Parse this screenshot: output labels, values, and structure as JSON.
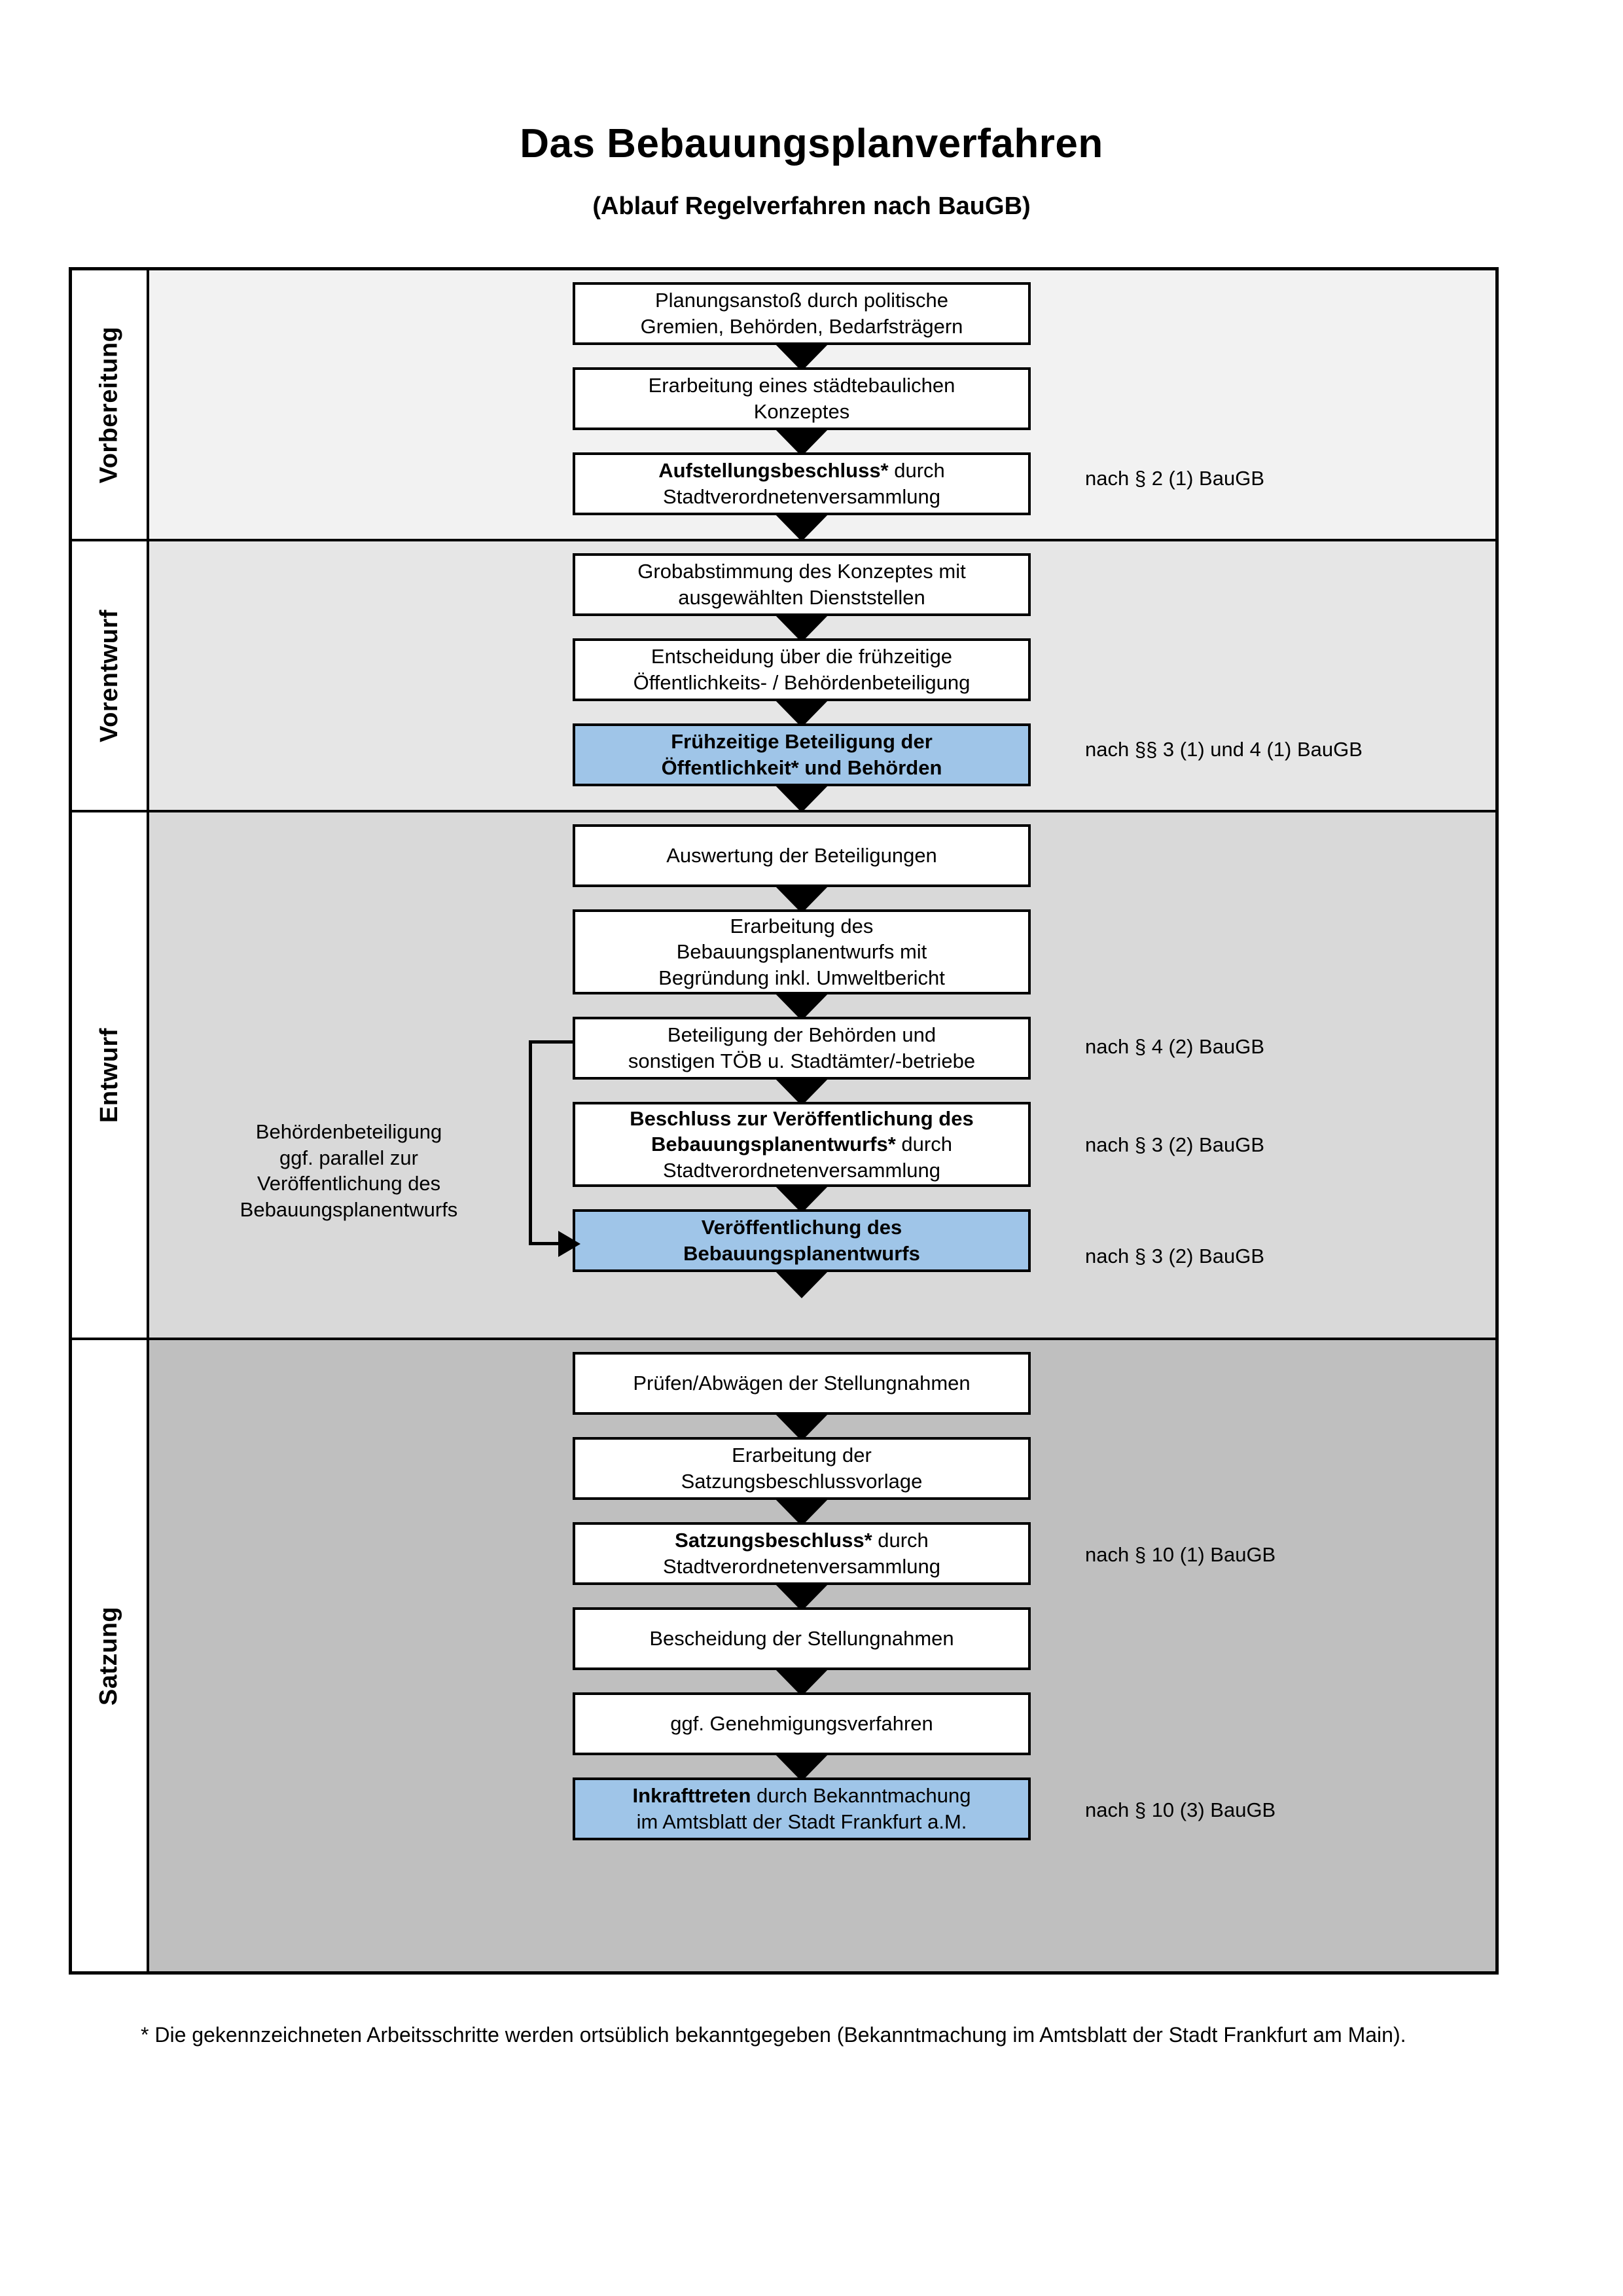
{
  "title": "Das Bebauungsplanverfahren",
  "subtitle": "(Ablauf Regelverfahren nach BauGB)",
  "phases": [
    {
      "label": "Vorbereitung",
      "band_color": "#F2F2F2",
      "steps": [
        {
          "text": "Planungsanstoß durch politische Gremien, Behörden, Bedarfsträgern",
          "bold_prefix": "",
          "highlight": false
        },
        {
          "text": "Erarbeitung eines städtebaulichen Konzeptes",
          "bold_prefix": "",
          "highlight": false
        },
        {
          "text": "Aufstellungsbeschluss* durch Stadtverordnetenversammlung",
          "bold_prefix": "Aufstellungsbeschluss*",
          "highlight": false
        }
      ],
      "legal_refs": [
        "nach § 2 (1) BauGB"
      ]
    },
    {
      "label": "Vorentwurf",
      "band_color": "#E6E6E6",
      "steps": [
        {
          "text": "Grobabstimmung des Konzeptes mit ausgewählten Dienststellen",
          "bold_prefix": "",
          "highlight": false
        },
        {
          "text": "Entscheidung über die frühzeitige Öffentlichkeits- / Behördenbeteiligung",
          "bold_prefix": "",
          "highlight": false
        },
        {
          "text": "Frühzeitige Beteiligung der Öffentlichkeit* und Behörden",
          "bold_prefix": "ALL",
          "highlight": true
        }
      ],
      "legal_refs": [
        "nach §§ 3 (1) und 4 (1) BauGB"
      ]
    },
    {
      "label": "Entwurf",
      "band_color": "#D9D9D9",
      "side_note": "Behördenbeteiligung ggf. parallel zur Veröffentlichung des Bebauungsplanentwurfs",
      "steps": [
        {
          "text": "Auswertung der Beteiligungen",
          "bold_prefix": "",
          "highlight": false
        },
        {
          "text": "Erarbeitung des Bebauungsplanentwurfs mit Begründung inkl. Umweltbericht",
          "bold_prefix": "",
          "highlight": false
        },
        {
          "text": "Beteiligung der Behörden und sonstigen TÖB u. Stadtämter/-betriebe",
          "bold_prefix": "",
          "highlight": false
        },
        {
          "text": "Beschluss zur Veröffentlichung des Bebauungsplanentwurfs* durch Stadtverordnetenversammlung",
          "bold_prefix": "Beschluss zur Veröffentlichung des Bebauungsplanentwurfs*",
          "highlight": false
        },
        {
          "text": "Veröffentlichung des Bebauungsplanentwurfs",
          "bold_prefix": "ALL",
          "highlight": true
        }
      ],
      "legal_refs": [
        "nach § 4 (2) BauGB",
        "nach § 3 (2) BauGB",
        "nach § 3 (2) BauGB"
      ]
    },
    {
      "label": "Satzung",
      "band_color": "#BFBFBF",
      "steps": [
        {
          "text": "Prüfen/Abwägen der Stellungnahmen",
          "bold_prefix": "",
          "highlight": false
        },
        {
          "text": "Erarbeitung der Satzungsbeschlussvorlage",
          "bold_prefix": "",
          "highlight": false
        },
        {
          "text": "Satzungsbeschluss* durch Stadtverordnetenversammlung",
          "bold_prefix": "Satzungsbeschluss*",
          "highlight": false
        },
        {
          "text": "Bescheidung der Stellungnahmen",
          "bold_prefix": "",
          "highlight": false
        },
        {
          "text": "ggf. Genehmigungsverfahren",
          "bold_prefix": "",
          "highlight": false
        },
        {
          "text": "Inkrafttreten durch Bekanntmachung im Amtsblatt der Stadt Frankfurt a.M.",
          "bold_prefix": "Inkrafttreten",
          "highlight": true
        }
      ],
      "legal_refs": [
        "nach § 10 (1) BauGB",
        "nach § 10 (3) BauGB"
      ]
    }
  ],
  "boxes": {
    "b1_l1": "Planungsanstoß durch politische",
    "b1_l2": "Gremien, Behörden, Bedarfsträgern",
    "b2_l1": "Erarbeitung eines städtebaulichen",
    "b2_l2": "Konzeptes",
    "b3_l1_bold": "Aufstellungsbeschluss*",
    "b3_l1_rest": " durch",
    "b3_l2": "Stadtverordnetenversammlung",
    "b4_l1": "Grobabstimmung des Konzeptes mit",
    "b4_l2": "ausgewählten Dienststellen",
    "b5_l1": "Entscheidung über die frühzeitige",
    "b5_l2": "Öffentlichkeits- / Behördenbeteiligung",
    "b6_l1": "Frühzeitige Beteiligung der",
    "b6_l2": "Öffentlichkeit* und Behörden",
    "b7_l1": "Auswertung der Beteiligungen",
    "b8_l1": "Erarbeitung des",
    "b8_l2": "Bebauungsplanentwurfs mit",
    "b8_l3": "Begründung inkl. Umweltbericht",
    "b9_l1": "Beteiligung der Behörden und",
    "b9_l2": "sonstigen TÖB u. Stadtämter/-betriebe",
    "b10_l1_bold": "Beschluss zur Veröffentlichung des",
    "b10_l2_bold": "Bebauungsplanentwurfs*",
    "b10_l2_rest": " durch",
    "b10_l3": "Stadtverordnetenversammlung",
    "b11_l1": "Veröffentlichung des",
    "b11_l2": "Bebauungsplanentwurfs",
    "b12_l1": "Prüfen/Abwägen der Stellungnahmen",
    "b13_l1": "Erarbeitung der",
    "b13_l2": "Satzungsbeschlussvorlage",
    "b14_l1_bold": "Satzungsbeschluss*",
    "b14_l1_rest": " durch",
    "b14_l2": "Stadtverordnetenversammlung",
    "b15_l1": "Bescheidung der Stellungnahmen",
    "b16_l1": "ggf. Genehmigungsverfahren",
    "b17_l1_bold": "Inkrafttreten",
    "b17_l1_rest": " durch Bekanntmachung",
    "b17_l2": "im Amtsblatt der Stadt Frankfurt a.M."
  },
  "legal": {
    "r1": "nach § 2 (1) BauGB",
    "r2": "nach §§ 3 (1) und 4 (1) BauGB",
    "r3": "nach § 4 (2) BauGB",
    "r4": "nach § 3 (2) BauGB",
    "r5": "nach § 3 (2) BauGB",
    "r6": "nach § 10 (1) BauGB",
    "r7": "nach § 10 (3) BauGB"
  },
  "side_note": {
    "l1": "Behördenbeteiligung",
    "l2": "ggf. parallel zur",
    "l3": "Veröffentlichung des",
    "l4": "Bebauungsplanentwurfs"
  },
  "phase_labels": {
    "p1": "Vorbereitung",
    "p2": "Vorentwurf",
    "p3": "Entwurf",
    "p4": "Satzung"
  },
  "footnote": "* Die gekennzeichneten Arbeitsschritte werden ortsüblich bekanntgegeben (Bekanntmachung im Amtsblatt  der Stadt Frankfurt am Main).",
  "colors": {
    "highlight_blue": "#9FC5E8",
    "band_vorbereitung": "#F2F2F2",
    "band_vorentwurf": "#E6E6E6",
    "band_entwurf": "#D9D9D9",
    "band_satzung": "#BFBFBF",
    "stroke": "#000000"
  }
}
